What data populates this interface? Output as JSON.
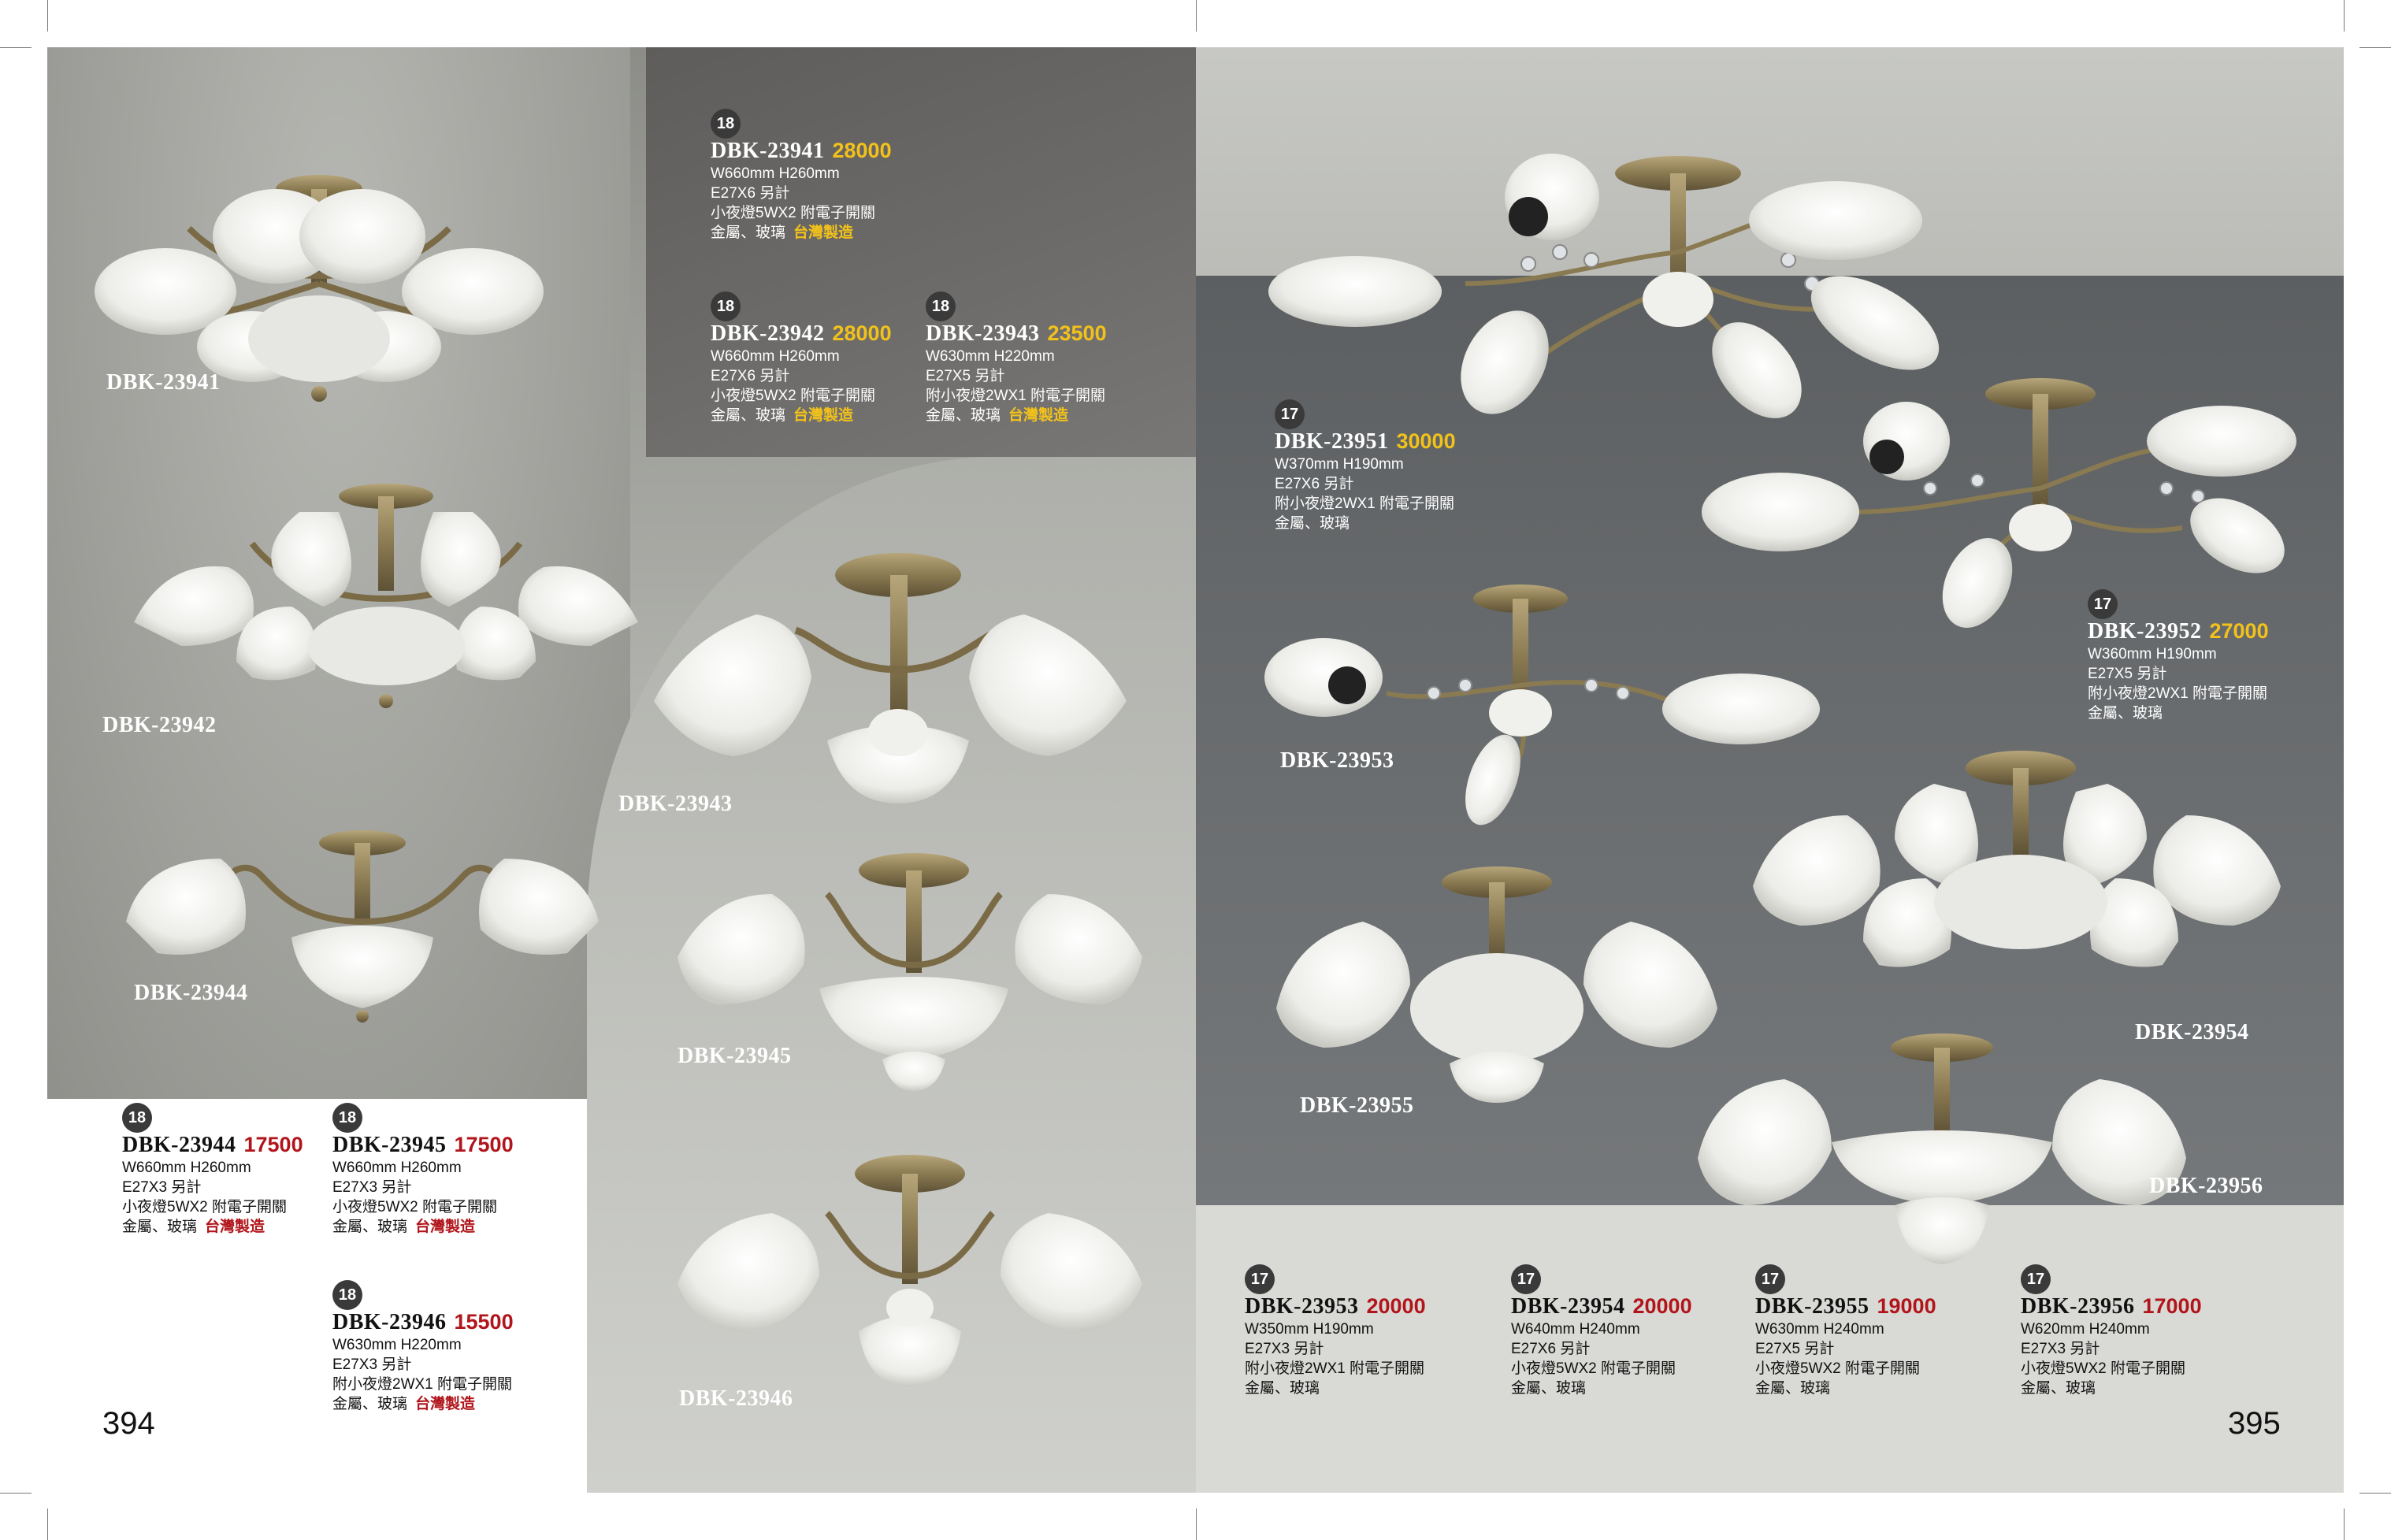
{
  "colors": {
    "price_gold": "#f2c21b",
    "price_red": "#b1151b",
    "badge_bg": "#3a3a3a",
    "shade_white": "#f3f3f1",
    "brass": "#8a7a52"
  },
  "pages": {
    "left": "394",
    "right": "395"
  },
  "labels": {
    "l23941": "DBK-23941",
    "l23942": "DBK-23942",
    "l23943": "DBK-23943",
    "l23944": "DBK-23944",
    "l23945": "DBK-23945",
    "l23946": "DBK-23946",
    "l23951": "DBK-23951",
    "l23953": "DBK-23953",
    "l23954": "DBK-23954",
    "l23955": "DBK-23955",
    "l23956": "DBK-23956"
  },
  "products": {
    "p23941": {
      "badge": "18",
      "code": "DBK-23941",
      "price": "28000",
      "size": "W660mm H260mm",
      "bulb": "E27X6 另計",
      "extra": "小夜燈5WX2 附電子開關",
      "material": "金屬、玻璃",
      "origin": "台灣製造"
    },
    "p23942": {
      "badge": "18",
      "code": "DBK-23942",
      "price": "28000",
      "size": "W660mm H260mm",
      "bulb": "E27X6 另計",
      "extra": "小夜燈5WX2 附電子開關",
      "material": "金屬、玻璃",
      "origin": "台灣製造"
    },
    "p23943": {
      "badge": "18",
      "code": "DBK-23943",
      "price": "23500",
      "size": "W630mm H220mm",
      "bulb": "E27X5 另計",
      "extra": "附小夜燈2WX1 附電子開關",
      "material": "金屬、玻璃",
      "origin": "台灣製造"
    },
    "p23944": {
      "badge": "18",
      "code": "DBK-23944",
      "price": "17500",
      "size": "W660mm H260mm",
      "bulb": "E27X3 另計",
      "extra": "小夜燈5WX2 附電子開關",
      "material": "金屬、玻璃",
      "origin": "台灣製造"
    },
    "p23945": {
      "badge": "18",
      "code": "DBK-23945",
      "price": "17500",
      "size": "W660mm H260mm",
      "bulb": "E27X3 另計",
      "extra": "小夜燈5WX2 附電子開關",
      "material": "金屬、玻璃",
      "origin": "台灣製造"
    },
    "p23946": {
      "badge": "18",
      "code": "DBK-23946",
      "price": "15500",
      "size": "W630mm H220mm",
      "bulb": "E27X3 另計",
      "extra": "附小夜燈2WX1 附電子開關",
      "material": "金屬、玻璃",
      "origin": "台灣製造"
    },
    "p23951": {
      "badge": "17",
      "code": "DBK-23951",
      "price": "30000",
      "size": "W370mm H190mm",
      "bulb": "E27X6 另計",
      "extra": "附小夜燈2WX1 附電子開關",
      "material": "金屬、玻璃"
    },
    "p23952": {
      "badge": "17",
      "code": "DBK-23952",
      "price": "27000",
      "size": "W360mm H190mm",
      "bulb": "E27X5 另計",
      "extra": "附小夜燈2WX1 附電子開關",
      "material": "金屬、玻璃"
    },
    "p23953": {
      "badge": "17",
      "code": "DBK-23953",
      "price": "20000",
      "size": "W350mm H190mm",
      "bulb": "E27X3 另計",
      "extra": "附小夜燈2WX1 附電子開關",
      "material": "金屬、玻璃"
    },
    "p23954": {
      "badge": "17",
      "code": "DBK-23954",
      "price": "20000",
      "size": "W640mm H240mm",
      "bulb": "E27X6 另計",
      "extra": "小夜燈5WX2 附電子開關",
      "material": "金屬、玻璃"
    },
    "p23955": {
      "badge": "17",
      "code": "DBK-23955",
      "price": "19000",
      "size": "W630mm H240mm",
      "bulb": "E27X5 另計",
      "extra": "小夜燈5WX2 附電子開關",
      "material": "金屬、玻璃"
    },
    "p23956": {
      "badge": "17",
      "code": "DBK-23956",
      "price": "17000",
      "size": "W620mm H240mm",
      "bulb": "E27X3 另計",
      "extra": "小夜燈5WX2 附電子開關",
      "material": "金屬、玻璃"
    }
  }
}
